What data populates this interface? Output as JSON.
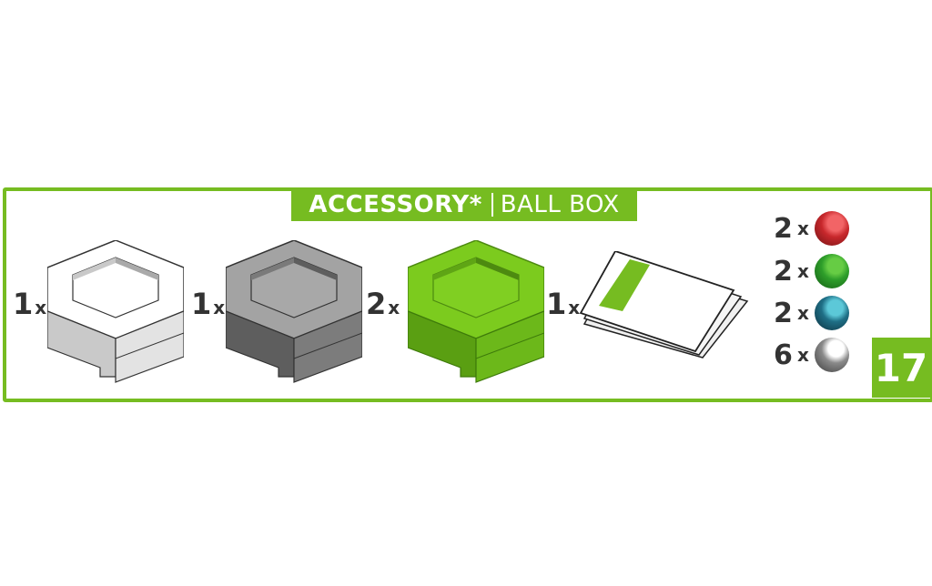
{
  "header": {
    "title_bold": "ACCESSORY*",
    "title_light": "BALL BOX"
  },
  "pieces": [
    {
      "qty": "1",
      "unit": "x",
      "name": "white-hex-base",
      "color": "#ffffff"
    },
    {
      "qty": "1",
      "unit": "x",
      "name": "gray-hex-base",
      "color": "#9a9a9a"
    },
    {
      "qty": "2",
      "unit": "x",
      "name": "green-hex-base",
      "color": "#76bc21"
    },
    {
      "qty": "1",
      "unit": "x",
      "name": "instruction-booklet",
      "color": "#76bc21"
    }
  ],
  "balls": [
    {
      "qty": "2",
      "unit": "x",
      "color": "red",
      "hex": "#c8282c"
    },
    {
      "qty": "2",
      "unit": "x",
      "color": "green",
      "hex": "#2e9e2a"
    },
    {
      "qty": "2",
      "unit": "x",
      "color": "teal",
      "hex": "#1f6f86"
    },
    {
      "qty": "6",
      "unit": "x",
      "color": "silver",
      "hex": "#6e6e6e"
    }
  ],
  "page_number": "17",
  "colors": {
    "accent": "#76bc21",
    "text": "#333333"
  }
}
